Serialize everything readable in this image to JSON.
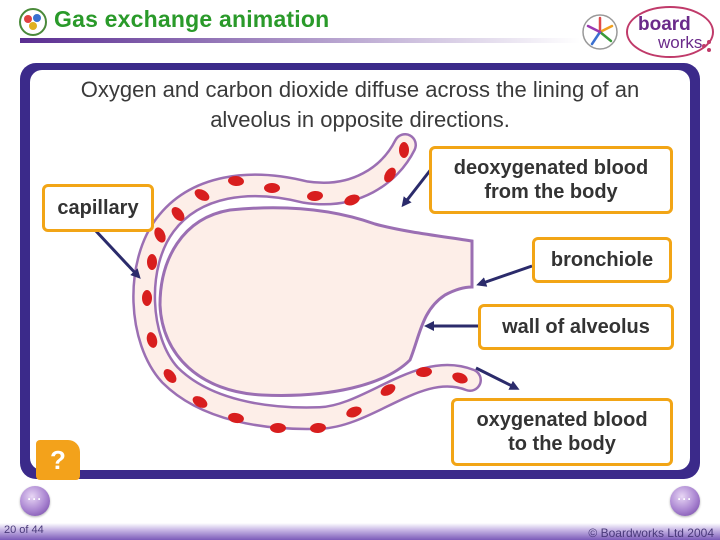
{
  "header": {
    "title": "Gas exchange animation",
    "brand_word1": "board",
    "brand_word2": "works"
  },
  "main": {
    "caption": "Oxygen and carbon dioxide diffuse across the lining of an alveolus in opposite directions.",
    "labels": {
      "capillary": "capillary",
      "deoxygenated": "deoxygenated blood from the body",
      "bronchiole": "bronchiole",
      "wall": "wall of alveolus",
      "oxygenated": "oxygenated blood to the body"
    },
    "help_symbol": "?"
  },
  "footer": {
    "slide_number": "20 of 44",
    "copyright": "© Boardworks Ltd 2004",
    "prev_symbol": "···",
    "next_symbol": "···"
  },
  "colors": {
    "title_green": "#2a9a2a",
    "frame_purple": "#3b2a8a",
    "label_border": "#f2a516",
    "help_orange": "#f3a21b",
    "alveolus_fill": "#fdeee8",
    "blood_cell_red": "#d81e1e"
  },
  "icons": [
    "logo-badge-icon",
    "boardworks-logo-icon",
    "arrow-icon",
    "previous-icon",
    "next-icon",
    "help-icon"
  ]
}
